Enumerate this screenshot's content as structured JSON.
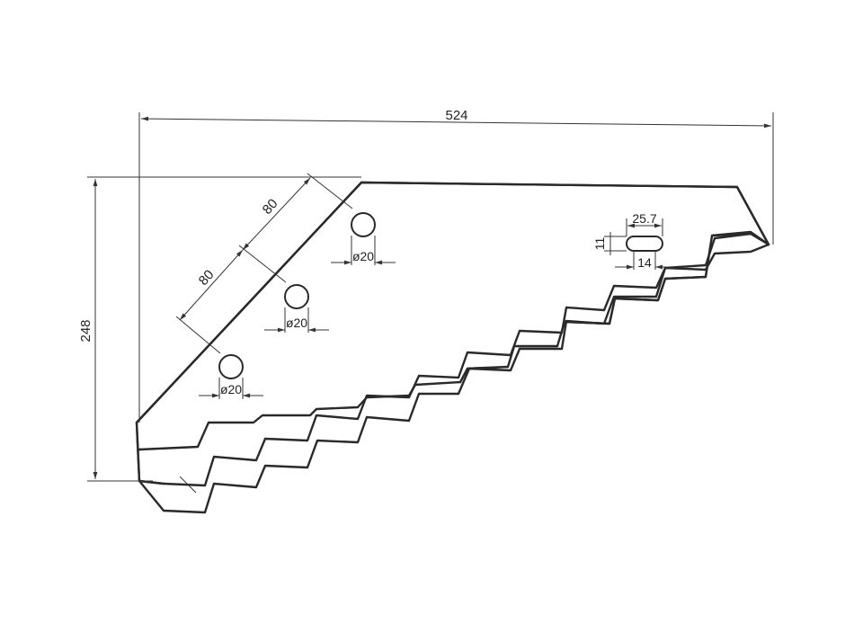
{
  "dimensions": {
    "overall_width": "524",
    "overall_height": "248",
    "hole_spacing_upper": "80",
    "hole_spacing_lower": "80",
    "hole_diameter_top": "ø20",
    "hole_diameter_middle": "ø20",
    "hole_diameter_bottom": "ø20",
    "slot_length": "25.7",
    "slot_height": "11",
    "slot_offset": "14"
  },
  "colors": {
    "line": "#2a2a2a",
    "background": "#ffffff"
  }
}
